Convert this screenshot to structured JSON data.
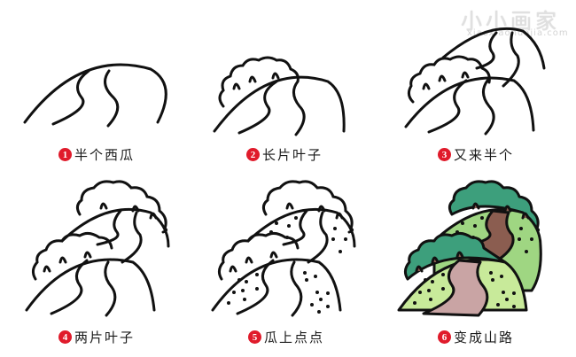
{
  "watermark": {
    "title": "小小画家",
    "site": "xiaoxiaohuajia.com"
  },
  "steps": [
    {
      "num": "1",
      "label": "半个西瓜"
    },
    {
      "num": "2",
      "label": "长片叶子"
    },
    {
      "num": "3",
      "label": "又来半个"
    },
    {
      "num": "4",
      "label": "两片叶子"
    },
    {
      "num": "5",
      "label": "瓜上点点"
    },
    {
      "num": "6",
      "label": "变成山路"
    }
  ],
  "colors": {
    "outline": "#111111",
    "number_badge": "#e01b2b",
    "tree_green": "#3d9f7c",
    "hill_back": "#9fd682",
    "hill_front": "#c8ea9a",
    "path_back": "#8b5d50",
    "path_front": "#c9a4a4"
  }
}
